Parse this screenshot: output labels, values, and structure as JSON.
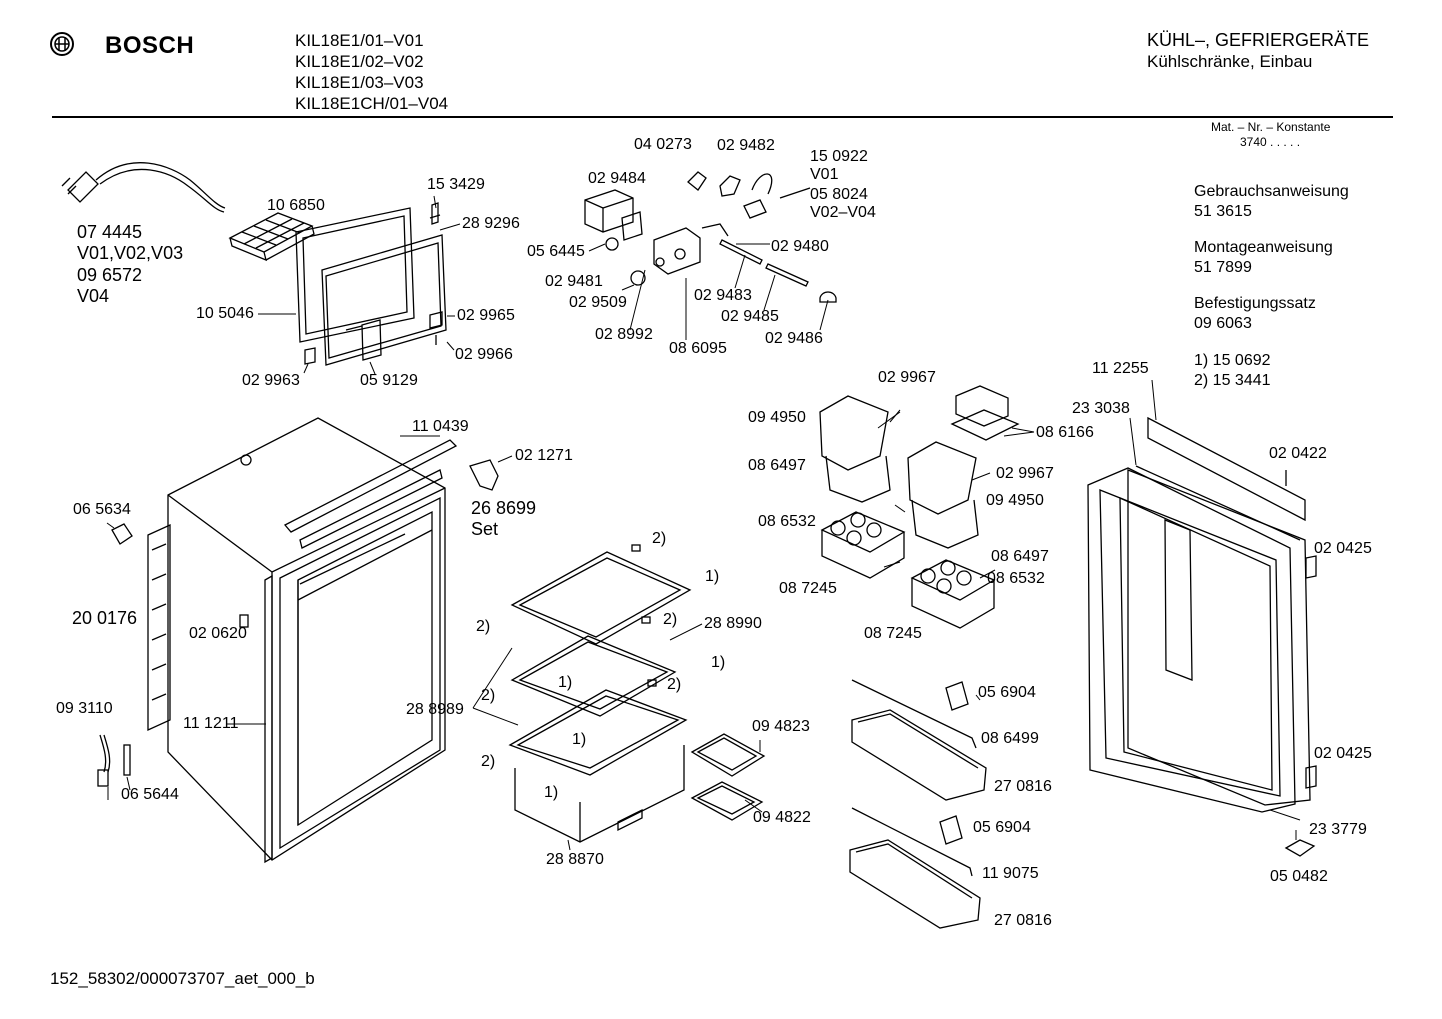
{
  "header": {
    "brand": "BOSCH",
    "models": [
      "KIL18E1/01–V01",
      "KIL18E1/02–V02",
      "KIL18E1/03–V03",
      "KIL18E1CH/01–V04"
    ],
    "category": "KÜHL–, GEFRIERGERÄTE",
    "subcategory": "Kühlschränke, Einbau"
  },
  "info": {
    "constant_label": "Mat. – Nr. – Konstante",
    "constant_value": "3740 . . . . .",
    "manual_title": "Gebrauchsanweisung",
    "manual_no": "51 3615",
    "mounting_title": "Montageanweisung",
    "mounting_no": "51 7899",
    "fixing_title": "Befestigungssatz",
    "fixing_no": "09 6063",
    "note1": "1)  15 0692",
    "note2": "2)  15 3441"
  },
  "labels": {
    "p074445": "07 4445",
    "v010203": "V01,V02,V03",
    "p096572": "09 6572",
    "v04": "V04",
    "p106850": "10 6850",
    "p153429": "15 3429",
    "p289296": "28 9296",
    "p105046": "10 5046",
    "p029965": "02 9965",
    "p029966": "02 9966",
    "p029963": "02 9963",
    "p059129": "05 9129",
    "p040273": "04 0273",
    "p029482": "02 9482",
    "p150922": "15 0922",
    "v01": "V01",
    "p058024": "05 8024",
    "v02v04": "V02–V04",
    "p029484": "02 9484",
    "p056445": "05 6445",
    "p029480": "02 9480",
    "p029481": "02 9481",
    "p029509": "02 9509",
    "p029483": "02 9483",
    "p029485": "02 9485",
    "p028992": "02 8992",
    "p086095": "08 6095",
    "p029486": "02 9486",
    "p110439": "11 0439",
    "p021271": "02 1271",
    "p268699": "26 8699",
    "set": "Set",
    "p065634": "06 5634",
    "p200176": "20 0176",
    "p020620": "02 0620",
    "p093110": "09 3110",
    "p111211": "11 1211",
    "p065644": "06 5644",
    "fn2a": "2)",
    "fn1a": "1)",
    "fn2b": "2)",
    "p288990": "28 8990",
    "fn2c": "2)",
    "fn1b": "1)",
    "fn1c": "1)",
    "fn2d": "2)",
    "p288989": "28 8989",
    "fn2e": "2)",
    "fn1d": "1)",
    "fn2f": "2)",
    "fn1e": "1)",
    "p094823": "09 4823",
    "p094822": "09 4822",
    "p288870": "28 8870",
    "p029967a": "02 9967",
    "p094950a": "09 4950",
    "p086166": "08 6166",
    "p086497a": "08 6497",
    "p029967b": "02 9967",
    "p094950b": "09 4950",
    "p086532a": "08 6532",
    "p086497b": "08 6497",
    "p086532b": "08 6532",
    "p087245a": "08 7245",
    "p087245b": "08 7245",
    "p056904a": "05 6904",
    "p086499": "08 6499",
    "p270816a": "27 0816",
    "p056904b": "05 6904",
    "p119075": "11 9075",
    "p270816b": "27 0816",
    "p112255": "11 2255",
    "p233038": "23 3038",
    "p020422": "02 0422",
    "p020425a": "02 0425",
    "p020425b": "02 0425",
    "p233779": "23 3779",
    "p050482": "05 0482"
  },
  "footer": {
    "code": "152_58302/000073707_aet_000_b"
  }
}
